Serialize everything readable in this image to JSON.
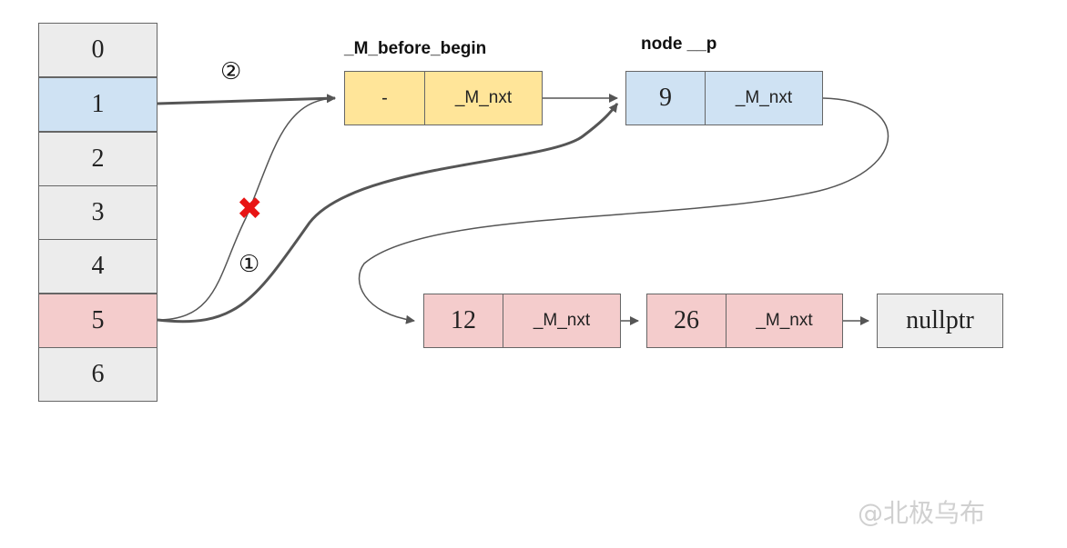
{
  "colors": {
    "bucket_default": "#ececec",
    "bucket_blue": "#cfe2f3",
    "bucket_red": "#f4cccc",
    "node_yellow": "#ffe599",
    "node_blue": "#cfe2f3",
    "node_red": "#f4cccc",
    "nullptr_bg": "#eeeeee",
    "arrow": "#555555",
    "cross": "#e81414"
  },
  "buckets": [
    "0",
    "1",
    "2",
    "3",
    "4",
    "5",
    "6"
  ],
  "labels": {
    "before_begin": "_M_before_begin",
    "node_p": "node __p"
  },
  "before_begin_node": {
    "value": "-",
    "next": "_M_nxt"
  },
  "node_p": {
    "value": "9",
    "next": "_M_nxt"
  },
  "node_12": {
    "value": "12",
    "next": "_M_nxt"
  },
  "node_26": {
    "value": "26",
    "next": "_M_nxt"
  },
  "nullptr": "nullptr",
  "step_markers": {
    "step1": "①",
    "step2": "②"
  },
  "cross_icon": "✖",
  "watermark": "@北极乌布"
}
